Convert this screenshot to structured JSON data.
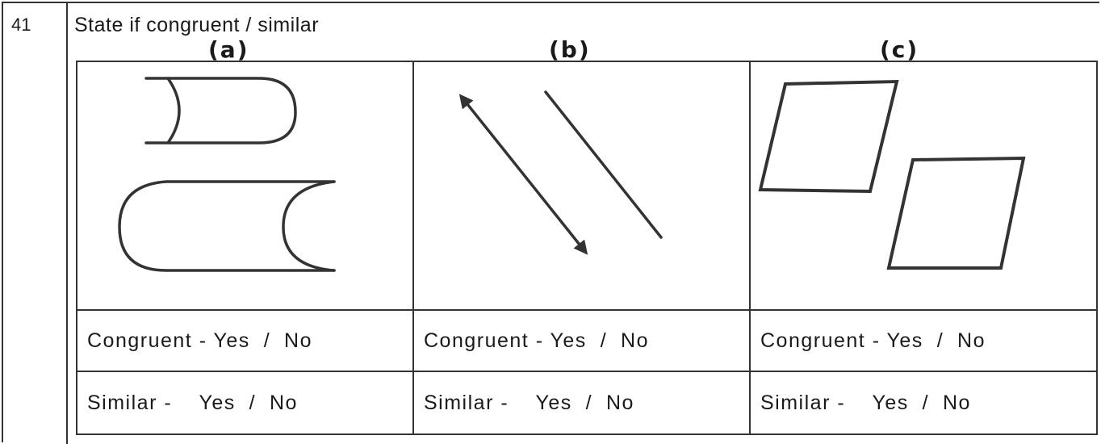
{
  "question": {
    "number": "41",
    "prompt": "State if congruent / similar"
  },
  "parts": [
    {
      "label": "(a)",
      "congruent_text": "Congruent - Yes  /  No",
      "similar_text": "Similar -    Yes  /  No"
    },
    {
      "label": "(b)",
      "congruent_text": "Congruent - Yes  /  No",
      "similar_text": "Similar -    Yes  /  No"
    },
    {
      "label": "(c)",
      "congruent_text": "Congruent - Yes  /  No",
      "similar_text": "Similar -    Yes  /  No"
    }
  ],
  "colors": {
    "ink": "#333333",
    "background": "#ffffff"
  }
}
